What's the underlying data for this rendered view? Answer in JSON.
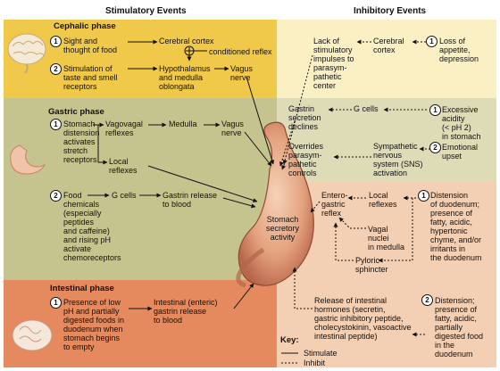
{
  "headers": {
    "stimulatory": "Stimulatory Events",
    "inhibitory": "Inhibitory Events"
  },
  "colors": {
    "cephalic_left": "#f0c94a",
    "cephalic_right": "#fbf0c4",
    "gastric_left": "#c6c48e",
    "gastric_right": "#dedcb7",
    "intestinal_left": "#e48a5e",
    "intestinal_right": "#f3cfb3"
  },
  "icons": [
    "brain-icon",
    "stomach-icon",
    "intestine-icon",
    "stomach-illustration"
  ],
  "phases": {
    "cephalic": "Cephalic phase",
    "gastric": "Gastric phase",
    "intestinal": "Intestinal phase"
  },
  "numbers": {
    "one": "1",
    "two": "2"
  },
  "stim": {
    "ceph1": "Sight and\nthought of food",
    "cortex": "Cerebral cortex",
    "cond": "conditioned reflex",
    "ceph2": "Stimulation of\ntaste and smell\nreceptors",
    "hypo": "Hypothalamus\nand medulla\noblongata",
    "vagus1": "Vagus\nnerve",
    "gas1": "Stomach\ndistension\nactivates\nstretch\nreceptors",
    "vagovagal": "Vagovagal\nreflexes",
    "medulla": "Medulla",
    "vagus2": "Vagus\nnerve",
    "local": "Local\nreflexes",
    "gas2": "Food\nchemicals\n(especially\npeptides\nand caffeine)\nand rising pH\nactivate\nchemoreceptors",
    "gcells": "G cells",
    "gastrin": "Gastrin release\nto blood",
    "int1": "Presence of low\npH and partially\ndigested foods in\nduodenum when\nstomach begins\nto empty",
    "enteric": "Intestinal (enteric)\ngastrin release\nto blood"
  },
  "center": {
    "stomach": "Stomach\nsecretory\nactivity"
  },
  "inhib": {
    "lack": "Lack of\nstimulatory\nimpulses to\nparasym-\npathetic\ncenter",
    "cortex": "Cerebral\ncortex",
    "loss": "Loss of\nappetite,\ndepression",
    "gastrin_decl": "Gastrin\nsecretion\ndeclines",
    "gcells": "G cells",
    "acidity": "Excessive\nacidity\n(< pH 2)\nin stomach",
    "overrides": "Overrides\nparasym-\npathetic\ncontrols",
    "sns": "Sympathetic\nnervous\nsystem (SNS)\nactivation",
    "emotional": "Emotional\nupset",
    "entero": "Entero-\ngastric\nreflex",
    "local": "Local\nreflexes",
    "vagal": "Vagal\nnuclei\nin medulla",
    "pyloric": "Pyloric\nsphincter",
    "distension1": "Distension\nof duodenum;\npresence of\nfatty, acidic,\nhypertonic\nchyme, and/or\nirritants in\nthe duodenum",
    "hormones": "Release of intestinal\nhormones (secretin,\ngastric inhibitory peptide,\ncholecystokinin, vasoactive\nintestinal peptide)",
    "distension2": "Distension;\npresence of\nfatty, acidic,\npartially\ndigested food\nin the\nduodenum"
  },
  "key": {
    "title": "Key:",
    "stimulate": "Stimulate",
    "inhibit": "Inhibit"
  }
}
